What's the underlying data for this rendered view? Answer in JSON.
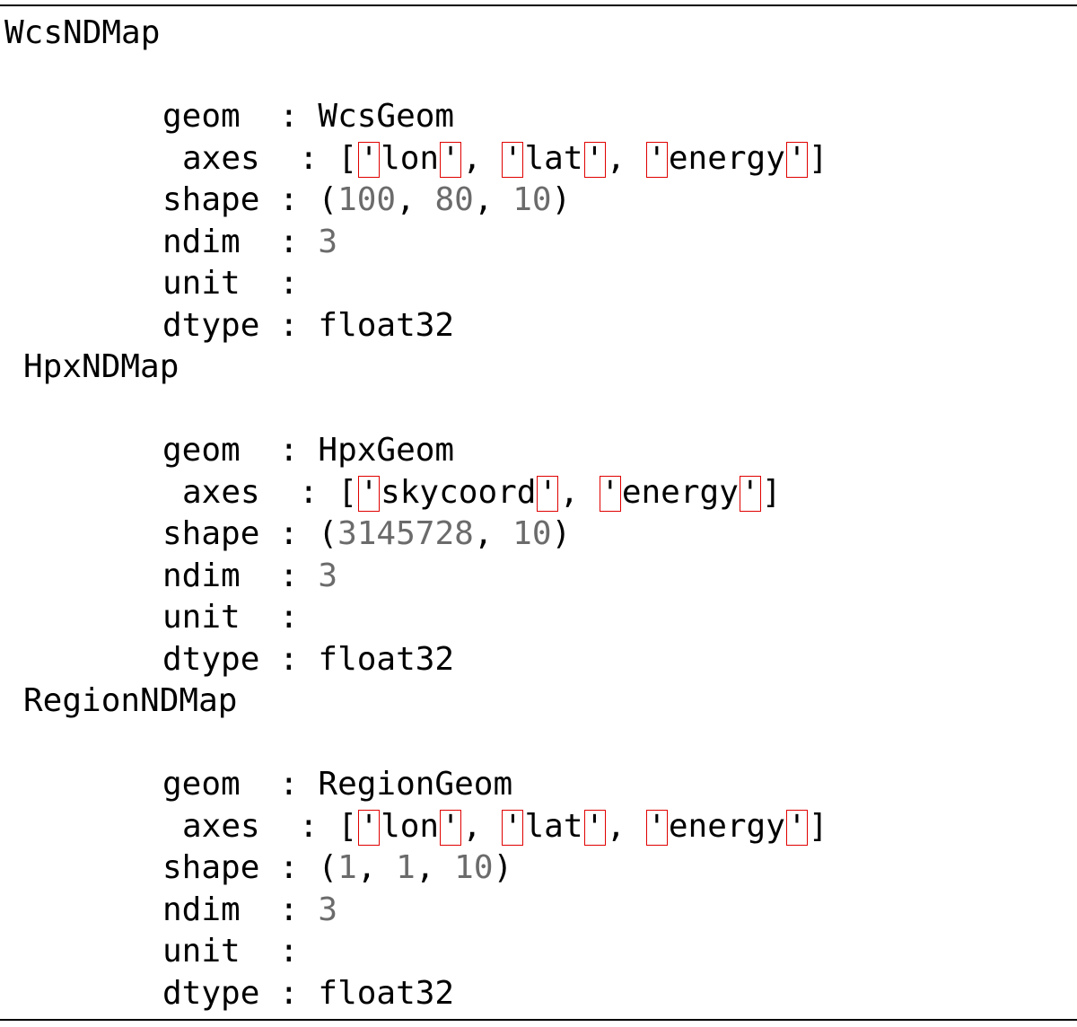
{
  "blocks": [
    {
      "name": "WcsNDMap",
      "geom": "WcsGeom",
      "axes": [
        "lon",
        "lat",
        "energy"
      ],
      "shape": [
        "100",
        "80",
        "10"
      ],
      "ndim": "3",
      "unit": "",
      "dtype": "float32"
    },
    {
      "name": "HpxNDMap",
      "geom": "HpxGeom",
      "axes": [
        "skycoord",
        "energy"
      ],
      "shape": [
        "3145728",
        "10"
      ],
      "ndim": "3",
      "unit": "",
      "dtype": "float32"
    },
    {
      "name": "RegionNDMap",
      "geom": "RegionGeom",
      "axes": [
        "lon",
        "lat",
        "energy"
      ],
      "shape": [
        "1",
        "1",
        "10"
      ],
      "ndim": "3",
      "unit": "",
      "dtype": "float32"
    }
  ],
  "labels": {
    "geom": "geom  : ",
    "axes": "axes  : ",
    "shape": "shape : ",
    "ndim": "ndim  : ",
    "unit": "unit  :",
    "dtype": "dtype : "
  },
  "quote_char": "'",
  "colors": {
    "quote_box": "#e00000",
    "number": "#6b6b6b",
    "text": "#000000"
  }
}
